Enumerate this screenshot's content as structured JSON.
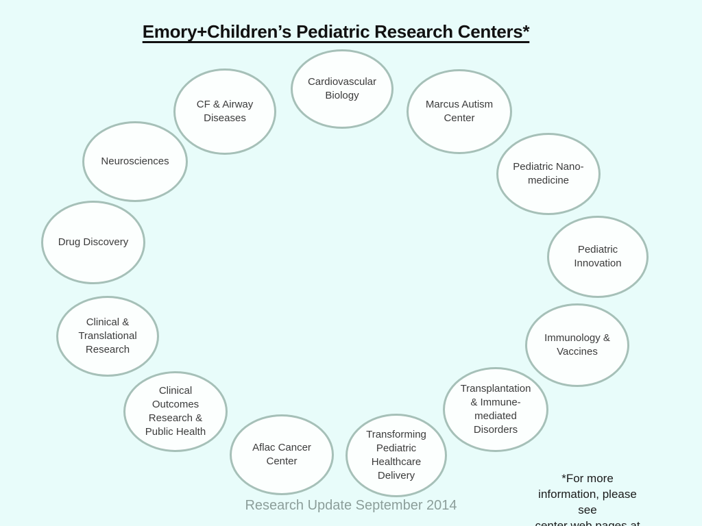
{
  "slide": {
    "title": "Emory+Children’s Pediatric Research Centers*",
    "footer": "Research Update September 2014",
    "footnote": "*For more information, please see\ncenter web pages at\npedsresearch.org",
    "colors": {
      "background": "#E8FCFA",
      "ellipse_fill": "#FCFFFE",
      "ellipse_border": "#A6C0B8",
      "title_text": "#111111",
      "label_text": "#3B3B3B",
      "footer_text": "#8C9E9A",
      "footnote_text": "#1A1A1A"
    }
  },
  "centers": [
    {
      "label": "Cardiovascular\nBiology"
    },
    {
      "label": "Marcus Autism\nCenter"
    },
    {
      "label": "Pediatric Nano-\nmedicine"
    },
    {
      "label": "Pediatric\nInnovation"
    },
    {
      "label": "Immunology &\nVaccines"
    },
    {
      "label": "Transplantation\n& Immune-\nmediated\nDisorders"
    },
    {
      "label": "Transforming\nPediatric\nHealthcare\nDelivery"
    },
    {
      "label": "Aflac Cancer\nCenter"
    },
    {
      "label": "Clinical\nOutcomes\nResearch &\nPublic Health"
    },
    {
      "label": "Clinical &\nTranslational\nResearch"
    },
    {
      "label": "Drug Discovery"
    },
    {
      "label": "Neurosciences"
    },
    {
      "label": "CF & Airway\nDiseases"
    }
  ]
}
